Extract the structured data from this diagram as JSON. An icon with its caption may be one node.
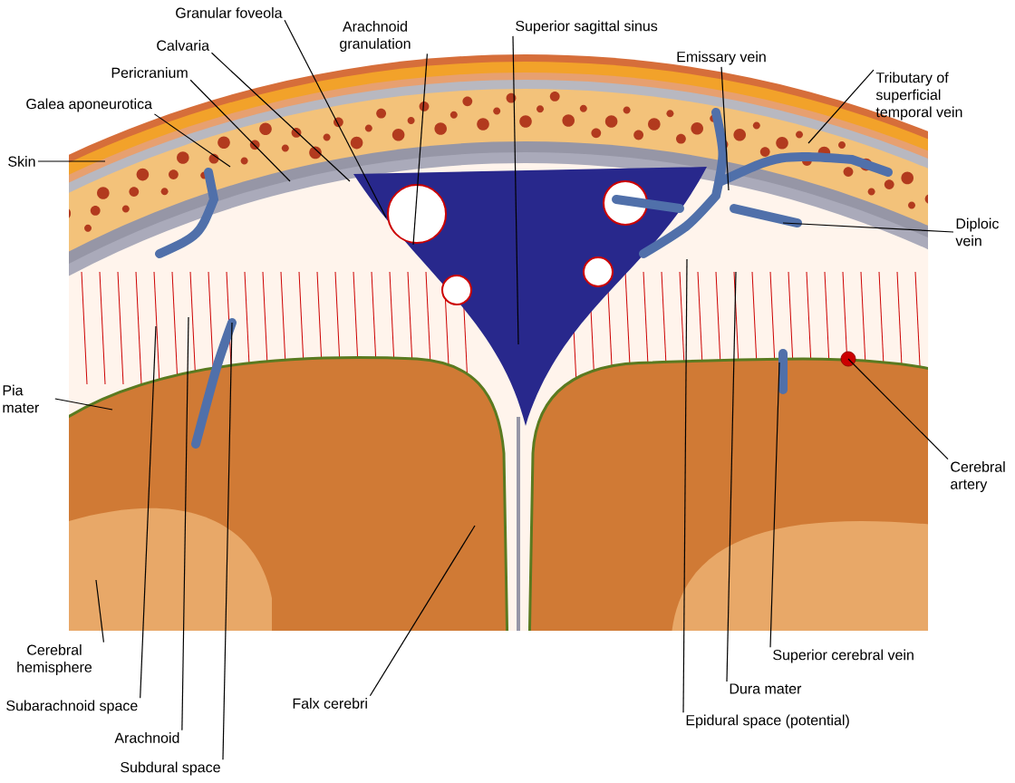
{
  "diagram": {
    "nodes": [
      {
        "text": [
          "Granular foveola"
        ]
      },
      {
        "text": [
          "Arachnoid granulation"
        ]
      },
      {
        "text": [
          "Superior sagittal sinus"
        ]
      },
      {
        "text": [
          "Emissary vein"
        ]
      },
      {
        "text": [
          "Tributary of superficial temporal vein"
        ]
      },
      {
        "text": [
          "Diploic vein"
        ]
      },
      {
        "text": [
          "Skin"
        ]
      },
      {
        "text": [
          "Galea aponeurotica"
        ]
      },
      {
        "text": [
          "Pericranium"
        ]
      },
      {
        "text": [
          "Calvaria"
        ]
      },
      {
        "text": [
          "Pia mater"
        ]
      },
      {
        "text": [
          "Cerebral artery"
        ]
      },
      {
        "text": [
          "Cerebral hemisphere"
        ]
      },
      {
        "text": [
          "Subarachnoid space"
        ]
      },
      {
        "text": [
          "Arachnoid"
        ]
      },
      {
        "text": [
          "Subdural space"
        ]
      },
      {
        "text": [
          "Falx cerebri"
        ]
      },
      {
        "text": [
          "Superior cerebral vein"
        ]
      },
      {
        "text": [
          "Dura mater"
        ]
      },
      {
        "text": [
          "Epidural space (potential)"
        ]
      }
    ],
    "edges": [
      {
        "from": 0,
        "to": null,
        "arrow": "none"
      },
      {
        "from": 1,
        "to": null,
        "arrow": "none"
      },
      {
        "from": 2,
        "to": null,
        "arrow": "none"
      },
      {
        "from": 3,
        "to": null,
        "arrow": "none"
      },
      {
        "from": 4,
        "to": null,
        "arrow": "none"
      },
      {
        "from": 5,
        "to": null,
        "arrow": "none"
      },
      {
        "from": 6,
        "to": null,
        "arrow": "none"
      },
      {
        "from": 7,
        "to": null,
        "arrow": "none"
      },
      {
        "from": 8,
        "to": null,
        "arrow": "none"
      },
      {
        "from": 9,
        "to": null,
        "arrow": "none"
      },
      {
        "from": 10,
        "to": null,
        "arrow": "none"
      },
      {
        "from": 11,
        "to": null,
        "arrow": "none"
      },
      {
        "from": 12,
        "to": null,
        "arrow": "none"
      },
      {
        "from": 13,
        "to": null,
        "arrow": "none"
      },
      {
        "from": 14,
        "to": null,
        "arrow": "none"
      },
      {
        "from": 15,
        "to": null,
        "arrow": "none"
      },
      {
        "from": 16,
        "to": null,
        "arrow": "none"
      },
      {
        "from": 17,
        "to": null,
        "arrow": "none"
      },
      {
        "from": 18,
        "to": null,
        "arrow": "none"
      },
      {
        "from": 19,
        "to": null,
        "arrow": "none"
      }
    ]
  }
}
